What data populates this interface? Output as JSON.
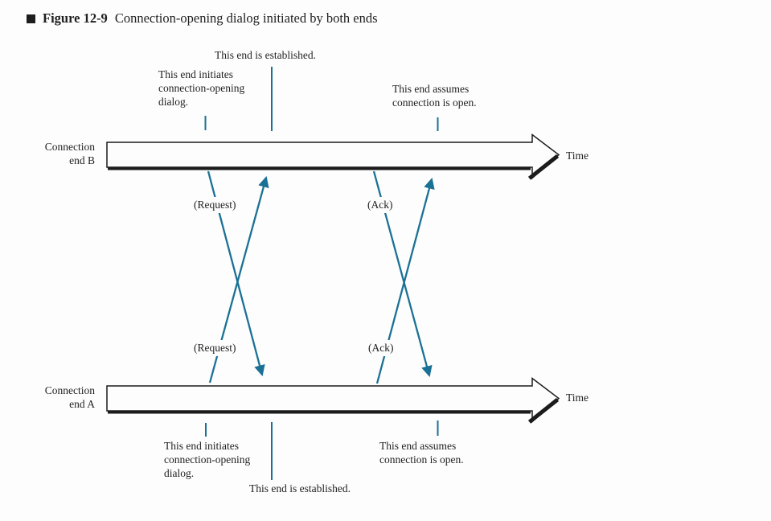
{
  "figure": {
    "label": "Figure 12-9",
    "caption": "Connection-opening dialog initiated by both ends"
  },
  "colors": {
    "accent_teal": "#1a7195",
    "ink": "#1f1f1f",
    "arrow_outline": "#1b1b1b",
    "background": "#fdfdfd"
  },
  "timelines": {
    "b": {
      "name": "Connection\nend B",
      "time": "Time"
    },
    "a": {
      "name": "Connection\nend A",
      "time": "Time"
    }
  },
  "annotations": {
    "top": {
      "initiates": "This end initiates\nconnection-opening\ndialog.",
      "established": "This end is established.",
      "assumes": "This end assumes\nconnection is open."
    },
    "bottom": {
      "initiates": "This end initiates\nconnection-opening\ndialog.",
      "established": "This end is established.",
      "assumes": "This end assumes\nconnection is open."
    }
  },
  "messages": {
    "request_from_b": "(Request)",
    "request_from_a": "(Request)",
    "ack_from_b": "(Ack)",
    "ack_from_a": "(Ack)"
  }
}
